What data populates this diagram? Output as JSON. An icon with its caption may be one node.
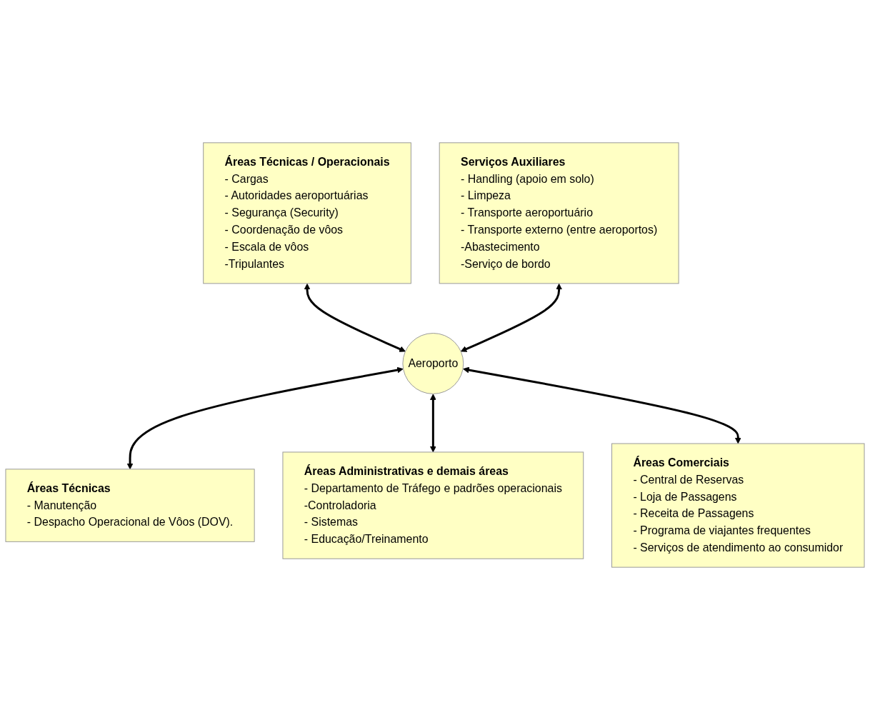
{
  "diagram": {
    "nodes": [
      {
        "text": [
          "Áreas Técnicas / Operacionais",
          "- Cargas",
          "- Autoridades aeroportuárias",
          "- Segurança (Security)",
          "- Coordenação de vôos",
          "- Escala de vôos",
          "-Tripulantes"
        ]
      },
      {
        "text": [
          "Serviços Auxiliares",
          "- Handling (apoio em solo)",
          "- Limpeza",
          "- Transporte aeroportuário",
          "- Transporte externo (entre aeroportos)",
          "-Abastecimento",
          "-Serviço de bordo"
        ]
      },
      {
        "text": [
          "Aeroporto"
        ]
      },
      {
        "text": [
          "Áreas Técnicas",
          "- Manutenção",
          "- Despacho Operacional de Vôos (DOV)."
        ]
      },
      {
        "text": [
          "Áreas Administrativas e demais áreas",
          "- Departamento de Tráfego e padrões operacionais",
          "-Controladoria",
          "- Sistemas",
          "- Educação/Treinamento"
        ]
      },
      {
        "text": [
          "Áreas Comerciais",
          "- Central de Reservas",
          "- Loja de Passagens",
          "- Receita de Passagens",
          "- Programa de viajantes frequentes",
          "- Serviços de atendimento ao consumidor"
        ]
      }
    ],
    "edges": [
      {
        "from": 0,
        "to": 2,
        "arrow": "both"
      },
      {
        "from": 1,
        "to": 2,
        "arrow": "both"
      },
      {
        "from": 2,
        "to": 3,
        "arrow": "both"
      },
      {
        "from": 2,
        "to": 4,
        "arrow": "both"
      },
      {
        "from": 2,
        "to": 5,
        "arrow": "both"
      }
    ]
  }
}
